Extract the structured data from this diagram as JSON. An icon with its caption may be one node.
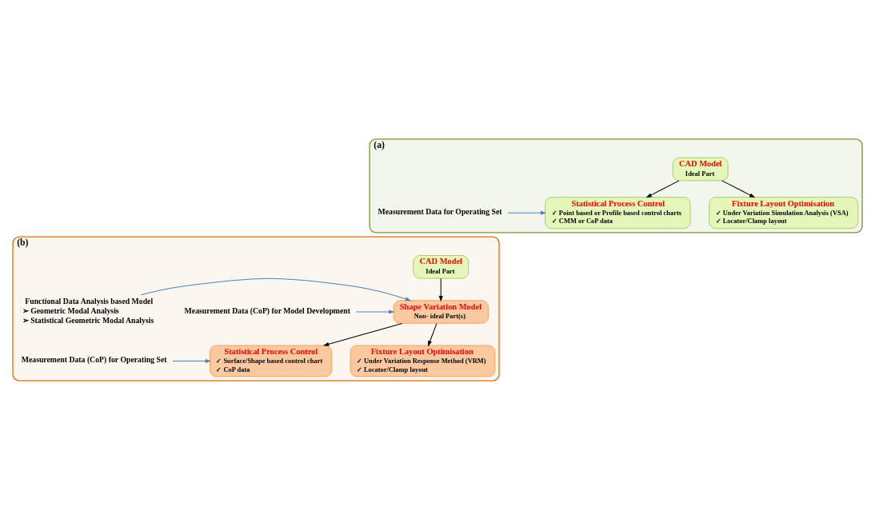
{
  "diagram": {
    "nodes": [
      {
        "text": [
          "(a)"
        ]
      },
      {
        "text": [
          "CAD Model",
          "Ideal Part"
        ],
        "in": 0
      },
      {
        "text": [
          "Statistical Process Control",
          "✓ Point based or Profile based control charts",
          "✓ CMM or CoP data"
        ],
        "in": 0
      },
      {
        "text": [
          "Fixture Layout Optimisation",
          "✓ Under Variation Simulation Analysis (VSA)",
          "✓ Locator/Clamp layout"
        ],
        "in": 0
      },
      {
        "text": [
          "Measurement Data for Operating Set"
        ],
        "in": 0
      },
      {
        "text": [
          "(b)"
        ]
      },
      {
        "text": [
          "CAD Model",
          "Ideal Part"
        ],
        "in": 5
      },
      {
        "text": [
          "Shape Variation Model",
          "Non- ideal Part(s)"
        ],
        "in": 5
      },
      {
        "text": [
          "Measurement Data (CoP) for Model Development"
        ],
        "in": 5
      },
      {
        "text": [
          "Functional Data Analysis based Model",
          "➢ Geometric Modal Analysis",
          "➢ Statistical Geometric Modal Analysis"
        ],
        "in": 5
      },
      {
        "text": [
          "Statistical Process Control",
          "✓ Surface/Shape based control chart",
          "✓ CoP data"
        ],
        "in": 5
      },
      {
        "text": [
          "Fixture Layout Optimisation",
          "✓ Under Variation Response Method (VRM)",
          "✓ Locator/Clamp layout"
        ],
        "in": 5
      },
      {
        "text": [
          "Measurement Data (CoP) for Operating Set"
        ],
        "in": 5
      }
    ],
    "edges": [
      {
        "from": 1,
        "to": 2,
        "arrow": "to"
      },
      {
        "from": 1,
        "to": 3,
        "arrow": "to"
      },
      {
        "from": 4,
        "to": 2,
        "arrow": "to",
        "color": "#4f81bd"
      },
      {
        "from": 6,
        "to": 7,
        "arrow": "to"
      },
      {
        "from": 8,
        "to": 7,
        "arrow": "to",
        "color": "#4f81bd"
      },
      {
        "from": 9,
        "to": 7,
        "arrow": "to",
        "color": "#4f81bd"
      },
      {
        "from": 7,
        "to": 10,
        "arrow": "to"
      },
      {
        "from": 7,
        "to": 11,
        "arrow": "to"
      },
      {
        "from": 12,
        "to": 10,
        "arrow": "to",
        "color": "#4f81bd"
      }
    ]
  }
}
